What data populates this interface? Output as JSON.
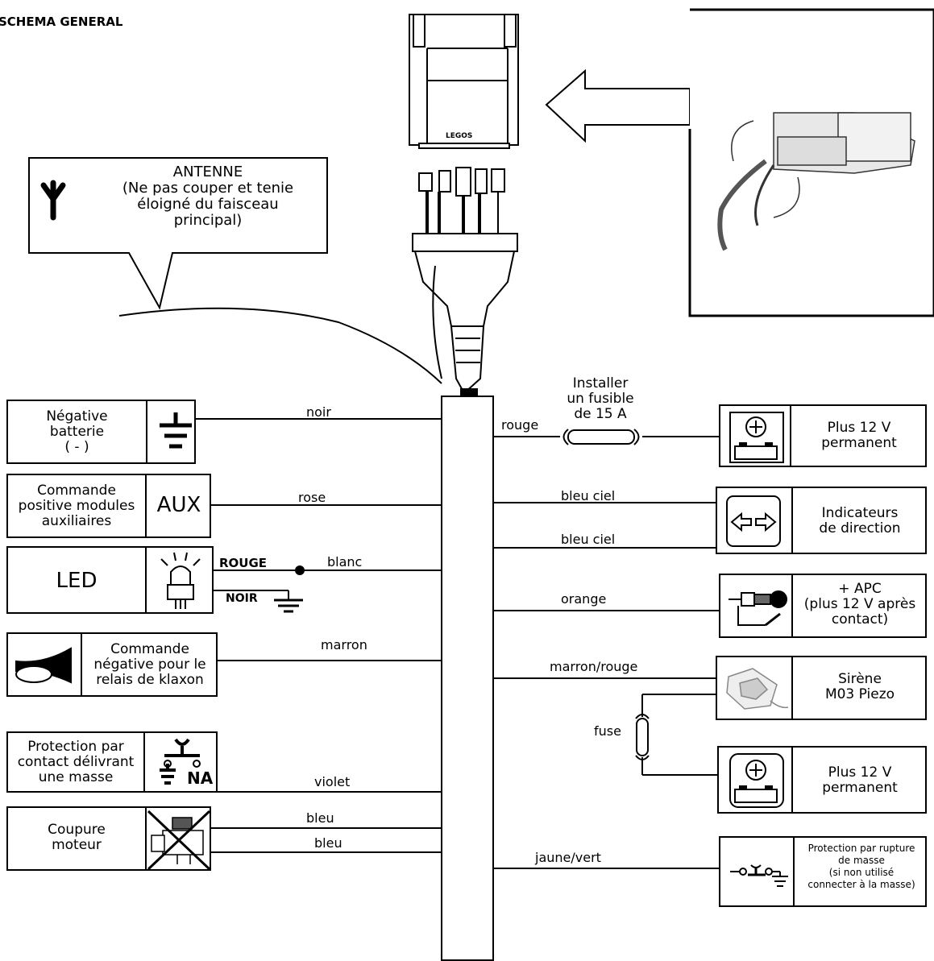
{
  "title": "SCHEMA GENERAL",
  "antenna": {
    "text": "ANTENNE\n(Ne pas couper et tenie\néloigné du faisceau\nprincipal)"
  },
  "connector_label": "LEGOS",
  "fuse_note": "Installer\nun fusible\nde 15 A",
  "wires": {
    "noir": "noir",
    "rose": "rose",
    "blanc": "blanc",
    "rouge_led": "ROUGE",
    "noir_led": "NOIR",
    "marron": "marron",
    "violet": "violet",
    "bleu1": "bleu",
    "bleu2": "bleu",
    "rouge": "rouge",
    "bleu_ciel1": "bleu ciel",
    "bleu_ciel2": "bleu ciel",
    "orange": "orange",
    "marron_rouge": "marron/rouge",
    "fuse": "fuse",
    "jaune_vert": "jaune/vert"
  },
  "left": {
    "batterie": "Négative\nbatterie\n( - )",
    "aux_label": "Commande\npositive modules\nauxiliaires",
    "aux_icon": "AUX",
    "led": "LED",
    "klaxon": "Commande\nnégative pour le\nrelais de klaxon",
    "protection": "Protection par\ncontact délivrant\nune masse",
    "na": "NA",
    "coupure": "Coupure\nmoteur"
  },
  "right": {
    "plus12_1": "Plus 12 V\npermanent",
    "indicateurs": "Indicateurs\nde direction",
    "apc": "+ APC\n(plus 12 V après\ncontact)",
    "sirene": "Sirène\nM03 Piezo",
    "plus12_2": "Plus 12 V\npermanent",
    "rupture": "Protection par rupture\nde masse\n(si non utilisé\nconnecter à la masse)"
  },
  "icons": [
    "ground-icon",
    "led-icon",
    "horn-icon",
    "switch-icon",
    "starter-motor-icon",
    "battery-plus-icon",
    "arrows-icon",
    "ignition-key-icon",
    "siren-icon",
    "antenna-icon",
    "fuse-icon"
  ]
}
